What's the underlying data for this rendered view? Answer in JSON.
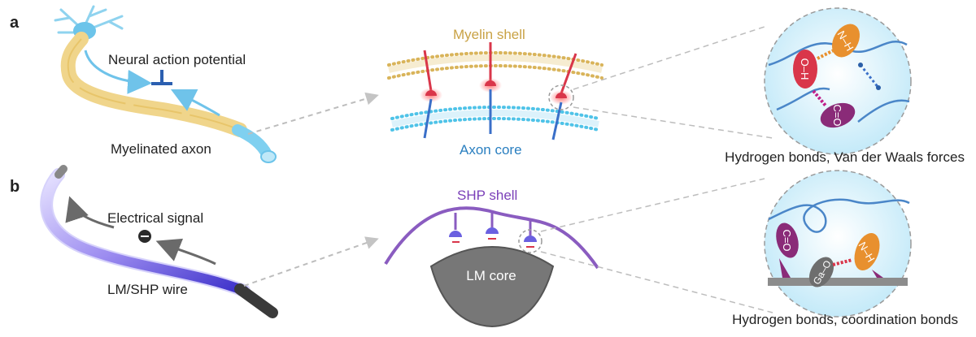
{
  "panels": {
    "a": {
      "letter": "a",
      "label_action_potential": "Neural action potential",
      "label_axon": "Myelinated axon",
      "label_shell": "Myelin shell",
      "label_core": "Axon core",
      "label_bonds": "Hydrogen bonds, Van der Waals forces",
      "zoom_groups": {
        "oh": "O–H",
        "nh": "N–H",
        "co": "C=O"
      }
    },
    "b": {
      "letter": "b",
      "label_signal": "Electrical signal",
      "label_wire": "LM/SHP wire",
      "label_shell": "SHP shell",
      "label_core": "LM core",
      "label_bonds": "Hydrogen bonds, coordination bonds",
      "zoom_groups": {
        "co": "C=O",
        "nh": "N–H",
        "gao": "Ga–O"
      }
    }
  },
  "colors": {
    "myelin": "#d9b45a",
    "axon_dots": "#4fc3e8",
    "shp": "#8a5cc0",
    "lm": "#6e6e6e",
    "red_group": "#d9364a",
    "orange_group": "#e8902e",
    "purple_group": "#8a2b78",
    "circle_fill": "#cdeefa",
    "dashed": "#b5b5b5"
  },
  "icons": [
    "neuron-icon",
    "wire-icon",
    "electron-icon"
  ]
}
